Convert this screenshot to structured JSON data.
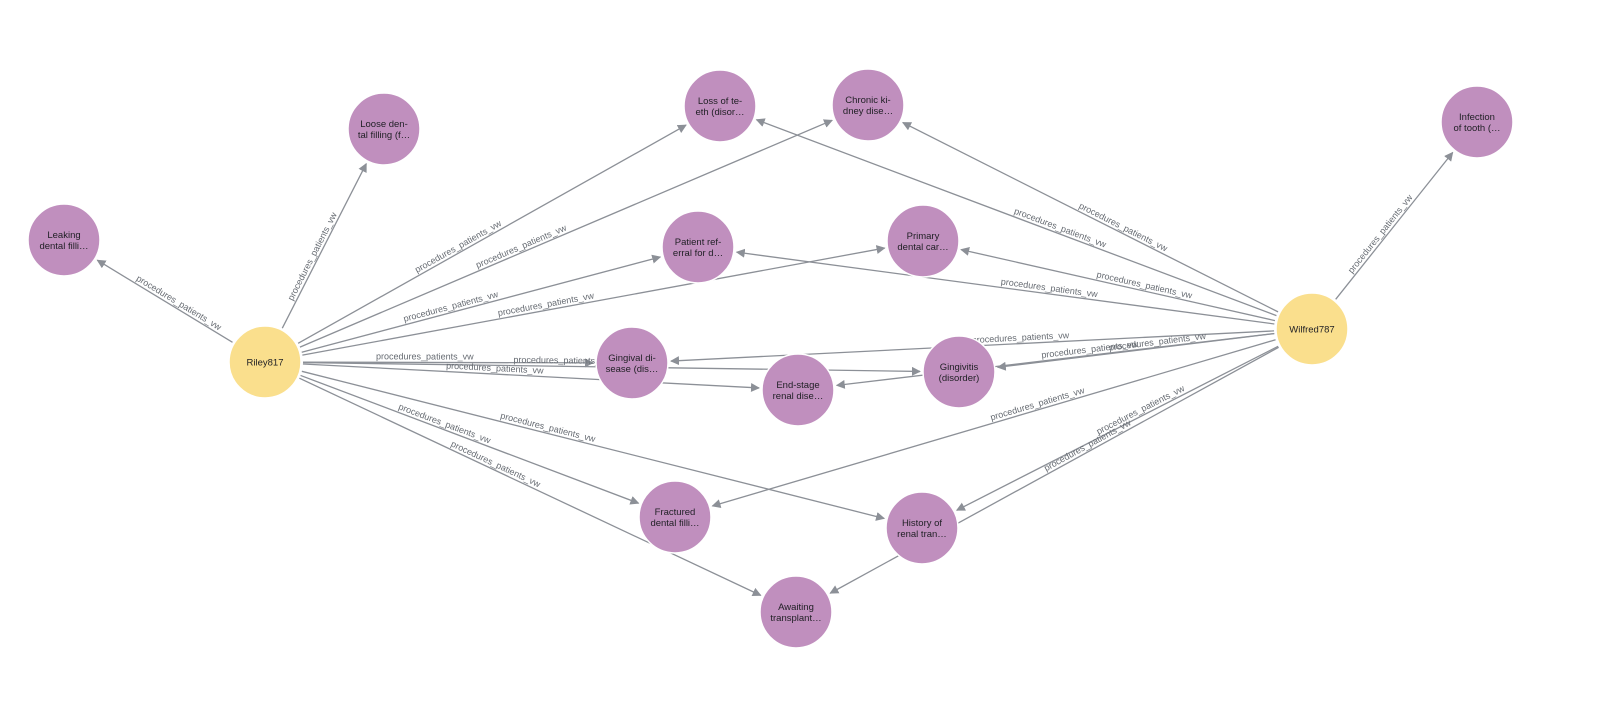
{
  "colors": {
    "patient_node": "#fadf8d",
    "condition_node": "#c08fbe",
    "edge": "#8c9097",
    "edge_label": "#666b72",
    "background": "#ffffff"
  },
  "nodes": [
    {
      "id": "riley",
      "kind": "patient",
      "lines": [
        "Riley817"
      ]
    },
    {
      "id": "wilfred",
      "kind": "patient",
      "lines": [
        "Wilfred787"
      ]
    },
    {
      "id": "leaking",
      "kind": "condition",
      "lines": [
        "Leaking",
        "dental filli…"
      ]
    },
    {
      "id": "loose",
      "kind": "condition",
      "lines": [
        "Loose den-",
        "tal filling (f…"
      ]
    },
    {
      "id": "loss",
      "kind": "condition",
      "lines": [
        "Loss of te-",
        "eth (disor…"
      ]
    },
    {
      "id": "chronic",
      "kind": "condition",
      "lines": [
        "Chronic ki-",
        "dney dise…"
      ]
    },
    {
      "id": "infection",
      "kind": "condition",
      "lines": [
        "Infection",
        "of tooth (…"
      ]
    },
    {
      "id": "referral",
      "kind": "condition",
      "lines": [
        "Patient ref-",
        "erral for d…"
      ]
    },
    {
      "id": "primary",
      "kind": "condition",
      "lines": [
        "Primary",
        "dental car…"
      ]
    },
    {
      "id": "gingival",
      "kind": "condition",
      "lines": [
        "Gingival di-",
        "sease (dis…"
      ]
    },
    {
      "id": "gingivitis",
      "kind": "condition",
      "lines": [
        "Gingivitis",
        "(disorder)"
      ]
    },
    {
      "id": "endstage",
      "kind": "condition",
      "lines": [
        "End-stage",
        "renal dise…"
      ]
    },
    {
      "id": "fractured",
      "kind": "condition",
      "lines": [
        "Fractured",
        "dental filli…"
      ]
    },
    {
      "id": "history",
      "kind": "condition",
      "lines": [
        "History of",
        "renal tran…"
      ]
    },
    {
      "id": "awaiting",
      "kind": "condition",
      "lines": [
        "Awaiting",
        "transplant…"
      ]
    }
  ],
  "edges": [
    {
      "from": "riley",
      "to": "leaking",
      "label": "procedures_patients_vw"
    },
    {
      "from": "riley",
      "to": "loose",
      "label": "procedures_patients_vw"
    },
    {
      "from": "riley",
      "to": "loss",
      "label": "procedures_patients_vw"
    },
    {
      "from": "riley",
      "to": "chronic",
      "label": "procedures_patients_vw"
    },
    {
      "from": "riley",
      "to": "referral",
      "label": "procedures_patients_vw"
    },
    {
      "from": "riley",
      "to": "primary",
      "label": "procedures_patients_vw"
    },
    {
      "from": "riley",
      "to": "gingival",
      "label": "procedures_patients_vw"
    },
    {
      "from": "riley",
      "to": "gingivitis",
      "label": "procedures_patients_vw"
    },
    {
      "from": "riley",
      "to": "endstage",
      "label": "procedures_patients_vw"
    },
    {
      "from": "riley",
      "to": "fractured",
      "label": "procedures_patients_vw"
    },
    {
      "from": "riley",
      "to": "history",
      "label": "procedures_patients_vw"
    },
    {
      "from": "riley",
      "to": "awaiting",
      "label": "procedures_patients_vw"
    },
    {
      "from": "wilfred",
      "to": "infection",
      "label": "procedures_patients_vw"
    },
    {
      "from": "wilfred",
      "to": "loss",
      "label": "procedures_patients_vw"
    },
    {
      "from": "wilfred",
      "to": "chronic",
      "label": "procedures_patients_vw"
    },
    {
      "from": "wilfred",
      "to": "referral",
      "label": "procedures_patients_vw"
    },
    {
      "from": "wilfred",
      "to": "primary",
      "label": "procedures_patients_vw"
    },
    {
      "from": "wilfred",
      "to": "gingival",
      "label": "procedures_patients_vw"
    },
    {
      "from": "wilfred",
      "to": "gingivitis",
      "label": "procedures_patients_vw"
    },
    {
      "from": "wilfred",
      "to": "endstage",
      "label": "procedures_patients_vw"
    },
    {
      "from": "wilfred",
      "to": "fractured",
      "label": "procedures_patients_vw"
    },
    {
      "from": "wilfred",
      "to": "history",
      "label": "procedures_patients_vw"
    },
    {
      "from": "wilfred",
      "to": "awaiting",
      "label": "procedures_patients_vw"
    }
  ]
}
